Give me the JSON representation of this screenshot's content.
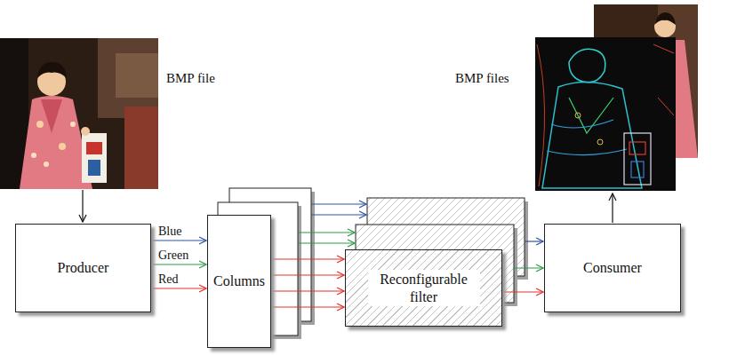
{
  "diagram": {
    "nodes": [
      {
        "text": [
          "Producer"
        ]
      },
      {
        "text": [
          "Columns"
        ]
      },
      {
        "text": [
          "Reconfigurable filter"
        ]
      },
      {
        "text": [
          "Consumer"
        ]
      }
    ],
    "edges": [
      {
        "from": 0,
        "to": 1,
        "arrow": "to",
        "label": "Blue"
      },
      {
        "from": 0,
        "to": 1,
        "arrow": "to",
        "label": "Green"
      },
      {
        "from": 0,
        "to": 1,
        "arrow": "to",
        "label": "Red"
      },
      {
        "from": 1,
        "to": 2,
        "arrow": "to"
      },
      {
        "from": 1,
        "to": 2,
        "arrow": "to"
      },
      {
        "from": 1,
        "to": 2,
        "arrow": "to"
      },
      {
        "from": 1,
        "to": 2,
        "arrow": "to"
      },
      {
        "from": 2,
        "to": 3,
        "arrow": "to"
      }
    ],
    "labels": [
      "BMP file",
      "BMP files"
    ]
  }
}
